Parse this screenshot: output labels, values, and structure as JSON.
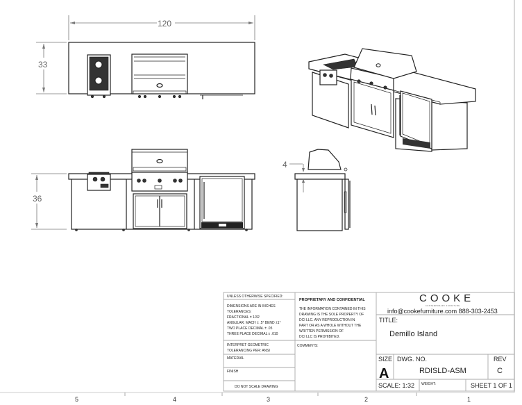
{
  "dimensions": {
    "width": "120",
    "depth": "33",
    "height": "36",
    "grill_rise": "4"
  },
  "title_block": {
    "unless_specified": "UNLESS OTHERWISE SPECIFIED:",
    "tolerances": [
      "DIMENSIONS ARE IN INCHES",
      "TOLERANCES:",
      "FRACTIONAL ± 1/32",
      "ANGULAR: MACH ± .5° BEND ±1°",
      "TWO PLACE DECIMAL    ± .05",
      "THREE PLACE DECIMAL  ± .010"
    ],
    "interpret": [
      "INTERPRET GEOMETRIC",
      "TOLERANCING PER: ANSI"
    ],
    "material": "MATERIAL",
    "finish": "FINISH",
    "do_not_scale": "DO NOT SCALE DRAWING",
    "proprietary_title": "PROPRIETARY AND CONFIDENTIAL",
    "proprietary_text": [
      "THE INFORMATION CONTAINED IN THIS",
      "DRAWING IS THE SOLE PROPERTY OF",
      "DCI LLC.  ANY REPRODUCTION IN",
      "PART OR AS A WHOLE WITHOUT THE",
      "WRITTEN PERMISSION OF",
      "DCI LLC IS PROHIBITED."
    ],
    "comments": "COMMENTS:",
    "company_logo": "COOKE",
    "company_tagline": "CONTEMPORARY FURNITURE",
    "contact": "info@cookefurniture.com 888-303-2453",
    "title_label": "TITLE:",
    "title": "Demillo Island",
    "size_label": "SIZE",
    "size": "A",
    "dwg_no_label": "DWG.  NO.",
    "dwg_no": "RDISLD-ASM",
    "rev_label": "REV",
    "rev": "C",
    "scale": "SCALE: 1:32",
    "weight": "WEIGHT:",
    "sheet": "SHEET 1 OF 1"
  },
  "zones": [
    "5",
    "4",
    "3",
    "2",
    "1"
  ]
}
